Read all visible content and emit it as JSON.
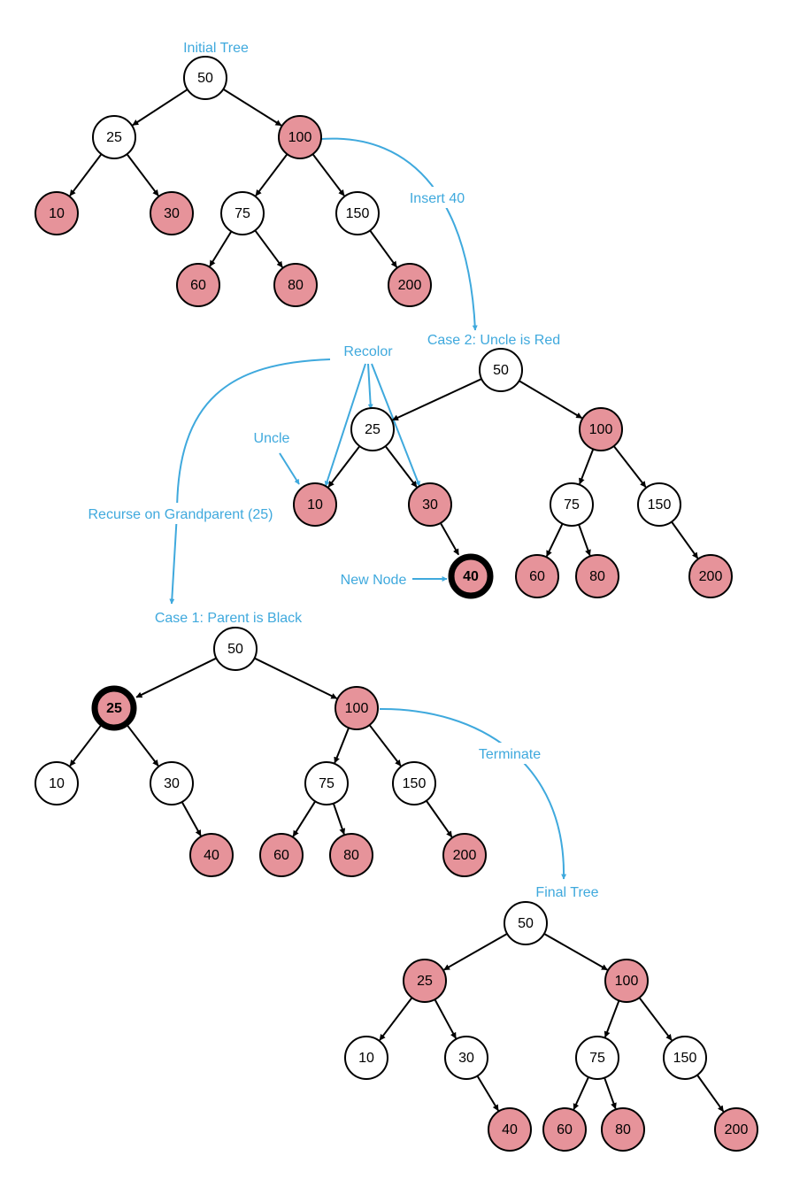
{
  "colors": {
    "red_node": "#e6939a",
    "black_node": "#ffffff",
    "annotation": "#3fa9dd"
  },
  "trees": [
    {
      "title": "Initial Tree",
      "nodes": [
        {
          "label": "50",
          "color": "black"
        },
        {
          "label": "25",
          "color": "black"
        },
        {
          "label": "100",
          "color": "red"
        },
        {
          "label": "10",
          "color": "red"
        },
        {
          "label": "30",
          "color": "red"
        },
        {
          "label": "75",
          "color": "black"
        },
        {
          "label": "150",
          "color": "black"
        },
        {
          "label": "60",
          "color": "red"
        },
        {
          "label": "80",
          "color": "red"
        },
        {
          "label": "200",
          "color": "red"
        }
      ],
      "edges": [
        [
          "50",
          "25"
        ],
        [
          "50",
          "100"
        ],
        [
          "25",
          "10"
        ],
        [
          "25",
          "30"
        ],
        [
          "100",
          "75"
        ],
        [
          "100",
          "150"
        ],
        [
          "75",
          "60"
        ],
        [
          "75",
          "80"
        ],
        [
          "150",
          "200"
        ]
      ]
    },
    {
      "title": "Case 2: Uncle is Red",
      "nodes": [
        {
          "label": "50",
          "color": "black"
        },
        {
          "label": "25",
          "color": "black"
        },
        {
          "label": "100",
          "color": "red"
        },
        {
          "label": "10",
          "color": "red"
        },
        {
          "label": "30",
          "color": "red"
        },
        {
          "label": "40",
          "color": "red",
          "highlight": true
        },
        {
          "label": "75",
          "color": "black"
        },
        {
          "label": "150",
          "color": "black"
        },
        {
          "label": "60",
          "color": "red"
        },
        {
          "label": "80",
          "color": "red"
        },
        {
          "label": "200",
          "color": "red"
        }
      ],
      "edges": [
        [
          "50",
          "25"
        ],
        [
          "50",
          "100"
        ],
        [
          "25",
          "10"
        ],
        [
          "25",
          "30"
        ],
        [
          "30",
          "40"
        ],
        [
          "100",
          "75"
        ],
        [
          "100",
          "150"
        ],
        [
          "75",
          "60"
        ],
        [
          "75",
          "80"
        ],
        [
          "150",
          "200"
        ]
      ]
    },
    {
      "title": "Case 1: Parent is Black",
      "nodes": [
        {
          "label": "50",
          "color": "black"
        },
        {
          "label": "25",
          "color": "red",
          "highlight": true
        },
        {
          "label": "100",
          "color": "red"
        },
        {
          "label": "10",
          "color": "black"
        },
        {
          "label": "30",
          "color": "black"
        },
        {
          "label": "40",
          "color": "red"
        },
        {
          "label": "75",
          "color": "black"
        },
        {
          "label": "150",
          "color": "black"
        },
        {
          "label": "60",
          "color": "red"
        },
        {
          "label": "80",
          "color": "red"
        },
        {
          "label": "200",
          "color": "red"
        }
      ],
      "edges": [
        [
          "50",
          "25"
        ],
        [
          "50",
          "100"
        ],
        [
          "25",
          "10"
        ],
        [
          "25",
          "30"
        ],
        [
          "30",
          "40"
        ],
        [
          "100",
          "75"
        ],
        [
          "100",
          "150"
        ],
        [
          "75",
          "60"
        ],
        [
          "75",
          "80"
        ],
        [
          "150",
          "200"
        ]
      ]
    },
    {
      "title": "Final Tree",
      "nodes": [
        {
          "label": "50",
          "color": "black"
        },
        {
          "label": "25",
          "color": "red"
        },
        {
          "label": "100",
          "color": "red"
        },
        {
          "label": "10",
          "color": "black"
        },
        {
          "label": "30",
          "color": "black"
        },
        {
          "label": "40",
          "color": "red"
        },
        {
          "label": "75",
          "color": "black"
        },
        {
          "label": "150",
          "color": "black"
        },
        {
          "label": "60",
          "color": "red"
        },
        {
          "label": "80",
          "color": "red"
        },
        {
          "label": "200",
          "color": "red"
        }
      ],
      "edges": [
        [
          "50",
          "25"
        ],
        [
          "50",
          "100"
        ],
        [
          "25",
          "10"
        ],
        [
          "25",
          "30"
        ],
        [
          "30",
          "40"
        ],
        [
          "100",
          "75"
        ],
        [
          "100",
          "150"
        ],
        [
          "75",
          "60"
        ],
        [
          "75",
          "80"
        ],
        [
          "150",
          "200"
        ]
      ]
    }
  ],
  "annotations": {
    "insert": "Insert 40",
    "recolor": "Recolor",
    "uncle": "Uncle",
    "recurse": "Recurse on Grandparent (25)",
    "new_node": "New Node",
    "terminate": "Terminate"
  }
}
